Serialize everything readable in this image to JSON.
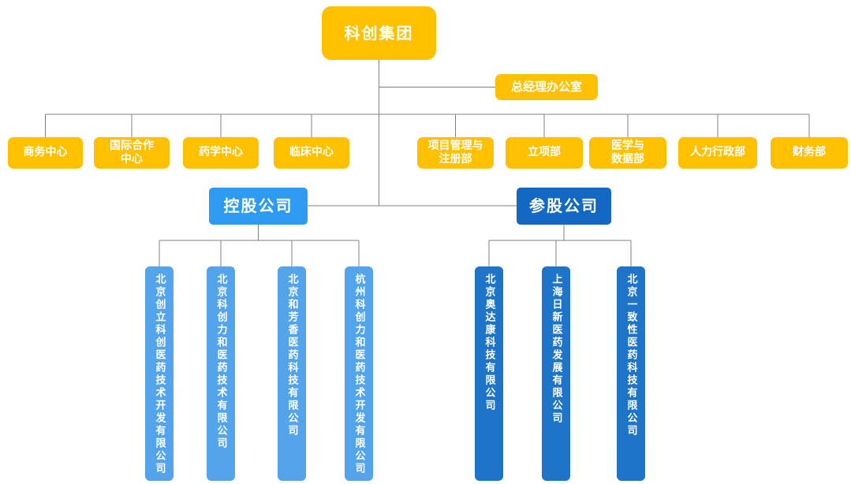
{
  "root": {
    "label": "科创集团"
  },
  "office": {
    "label": "总经理办公室"
  },
  "departments": [
    {
      "label": "商务中心"
    },
    {
      "label": "国际合作\n中心"
    },
    {
      "label": "药学中心"
    },
    {
      "label": "临床中心"
    },
    {
      "label": "项目管理与\n注册部"
    },
    {
      "label": "立项部"
    },
    {
      "label": "医学与\n数据部"
    },
    {
      "label": "人力行政部"
    },
    {
      "label": "财务部"
    }
  ],
  "holding": {
    "label": "控股公司",
    "companies": [
      {
        "name": "北京创立科创医药技术开发有限公司"
      },
      {
        "name": "北京科创力和医药技术有限公司"
      },
      {
        "name": "北京和芳香医药科技有限公司"
      },
      {
        "name": "杭州科创力和医药技术开发有限公司"
      }
    ]
  },
  "participating": {
    "label": "参股公司",
    "companies": [
      {
        "name": "北京奥达康科技有限公司"
      },
      {
        "name": "上海日新医药发展有限公司"
      },
      {
        "name": "北京一致性医药科技有限公司"
      }
    ]
  },
  "colors": {
    "gold": "#FFC000",
    "holding_header_blue": "#2E9BF0",
    "holding_company_blue": "#54A4EC",
    "participating_header_blue": "#1268C3",
    "participating_company_blue": "#1E74C9",
    "connector_gray": "#808080",
    "text_white": "#FFFFFF"
  }
}
